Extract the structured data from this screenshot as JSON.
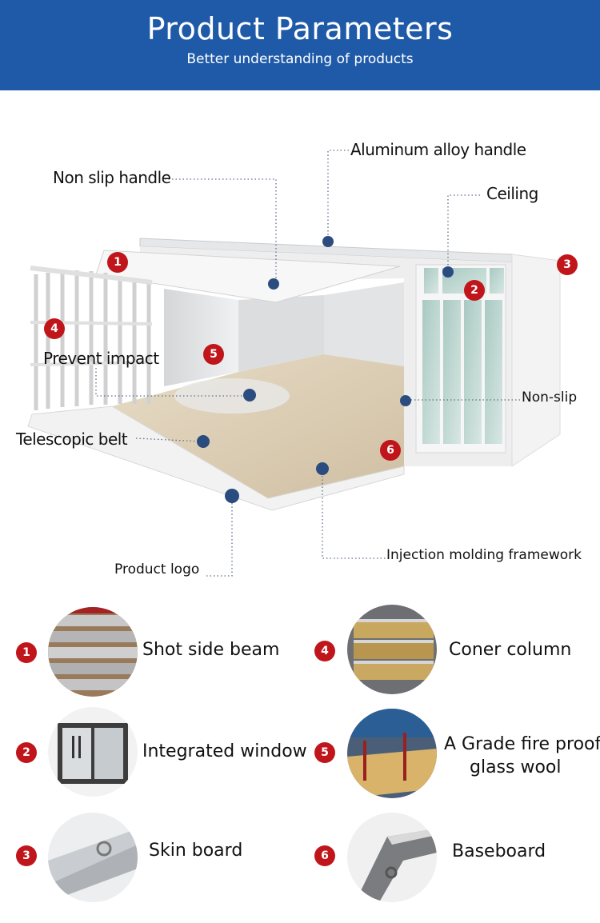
{
  "header": {
    "title": "Product Parameters",
    "subtitle": "Better understanding of products"
  },
  "callouts": {
    "aluminum_handle": "Aluminum alloy handle",
    "non_slip_handle": "Non slip handle",
    "ceiling": "Ceiling",
    "prevent_impact": "Prevent impact",
    "non_slip": "Non-slip",
    "telescopic_belt": "Telescopic belt",
    "injection_framework": "Injection molding framework",
    "product_logo": "Product logo"
  },
  "markers": [
    "1",
    "2",
    "3",
    "4",
    "5",
    "6"
  ],
  "legend": [
    {
      "num": "1",
      "label": "Shot side beam"
    },
    {
      "num": "2",
      "label": "Integrated window"
    },
    {
      "num": "3",
      "label": "Skin board"
    },
    {
      "num": "4",
      "label": "Coner column"
    },
    {
      "num": "5",
      "label_line1": "A Grade fire proof",
      "label_line2": "glass wool"
    },
    {
      "num": "6",
      "label": "Baseboard"
    }
  ],
  "colors": {
    "header_bg": "#1f5aa8",
    "marker_red": "#c0151b",
    "callout_dot": "#2b4c7e"
  }
}
